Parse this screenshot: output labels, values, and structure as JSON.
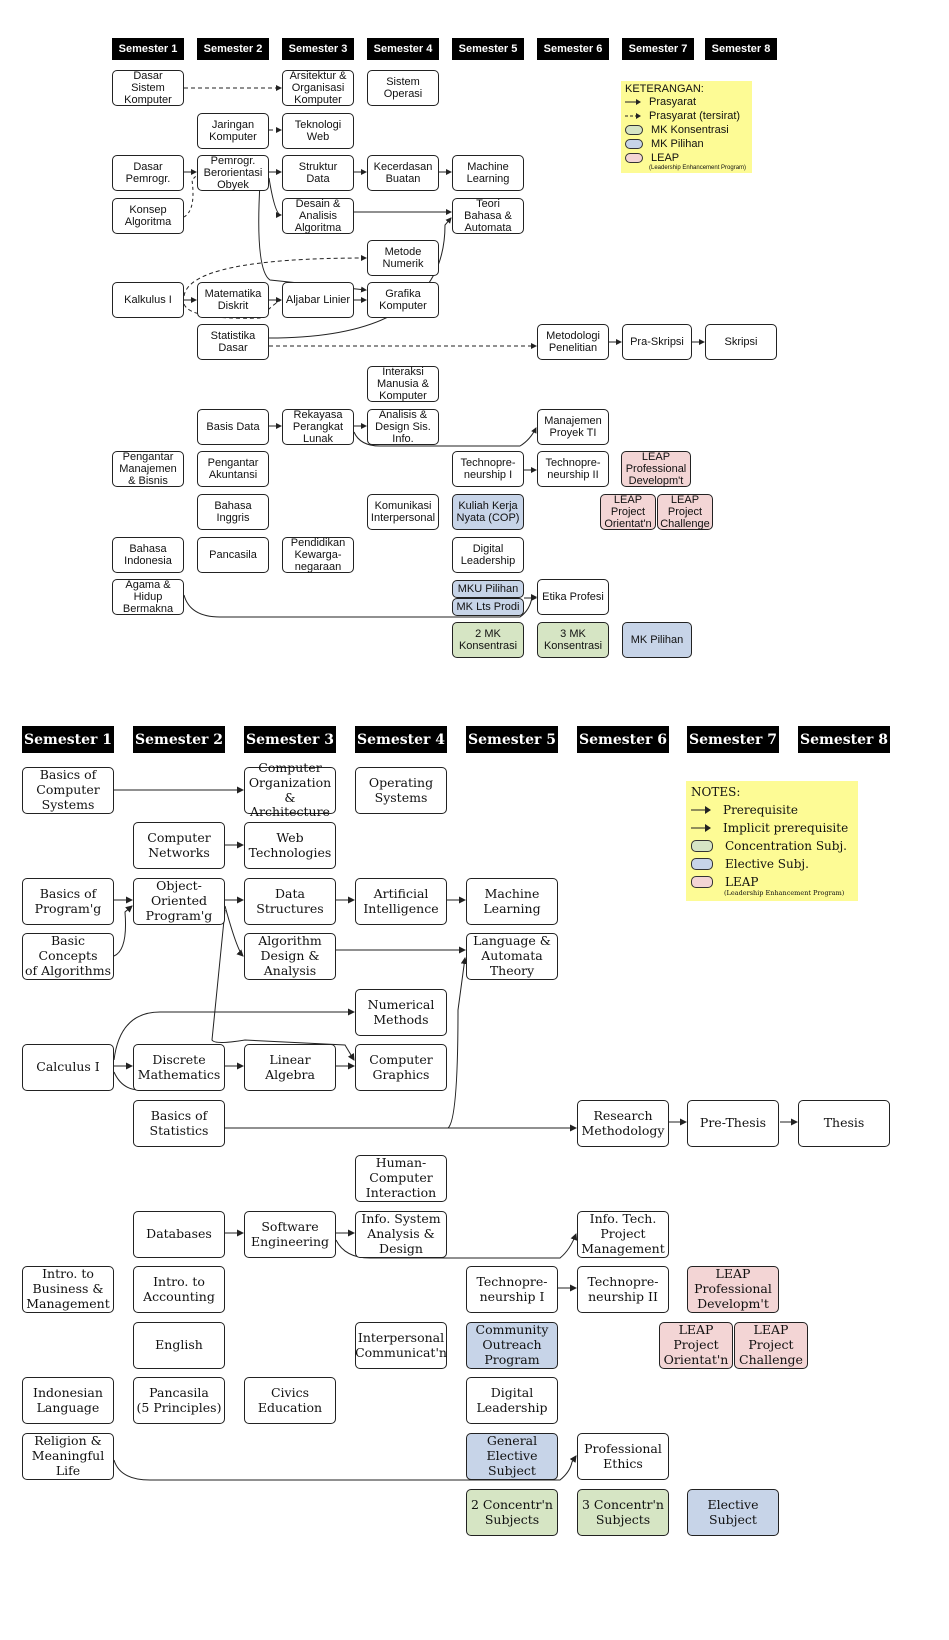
{
  "id_version": {
    "semesters": [
      "Semester 1",
      "Semester 2",
      "Semester 3",
      "Semester 4",
      "Semester 5",
      "Semester 6",
      "Semester 7",
      "Semester 8"
    ],
    "courses": {
      "dasar_sistem": "Dasar\nSistem\nKomputer",
      "arsitektur": "Arsitektur &\nOrganisasi\nKomputer",
      "sistem_operasi": "Sistem\nOperasi",
      "jaringan": "Jaringan\nKomputer",
      "teknologi_web": "Teknologi\nWeb",
      "dasar_pemrogr": "Dasar\nPemrogr.",
      "pemrogr_oo": "Pemrogr.\nBerorientasi\nObyek",
      "struktur_data": "Struktur\nData",
      "kecerdasan": "Kecerdasan\nBuatan",
      "machine_learning": "Machine\nLearning",
      "konsep_algoritma": "Konsep\nAlgoritma",
      "desain_analisis": "Desain &\nAnalisis\nAlgoritma",
      "teori_bahasa": "Teori\nBahasa &\nAutomata",
      "metode_numerik": "Metode\nNumerik",
      "kalkulus": "Kalkulus I",
      "matematika_diskrit": "Matematika\nDiskrit",
      "aljabar_linier": "Aljabar Linier",
      "grafika": "Grafika\nKomputer",
      "statistika": "Statistika\nDasar",
      "metodologi": "Metodologi\nPenelitian",
      "pra_skripsi": "Pra-Skripsi",
      "skripsi": "Skripsi",
      "imk": "Interaksi\nManusia &\nKomputer",
      "basis_data": "Basis Data",
      "rpl": "Rekayasa\nPerangkat\nLunak",
      "adsi": "Analisis &\nDesign Sis.\nInfo.",
      "manajemen_proyek": "Manajemen\nProyek TI",
      "pengantar_manajemen": "Pengantar\nManajemen\n& Bisnis",
      "pengantar_akuntansi": "Pengantar\nAkuntansi",
      "techno1": "Technopre-\nneurship I",
      "techno2": "Technopre-\nneurship II",
      "leap_pd": "LEAP\nProfessional\nDevelopm't",
      "bahasa_inggris": "Bahasa\nInggris",
      "komunikasi": "Komunikasi\nInterpersonal",
      "kkn": "Kuliah Kerja\nNyata (COP)",
      "leap_po": "LEAP\nProject\nOrientat'n",
      "leap_pc": "LEAP\nProject\nChallenge",
      "bahasa_indonesia": "Bahasa\nIndonesia",
      "pancasila": "Pancasila",
      "kewarganegaraan": "Pendidikan\nKewarga-\nnegaraan",
      "digital_leadership": "Digital\nLeadership",
      "agama": "Agama &\nHidup\nBermakna",
      "mku_pilihan": "MKU Pilihan",
      "mk_lts_prodi": "MK Lts Prodi",
      "etika_profesi": "Etika Profesi",
      "mk_konsentrasi_2": "2 MK\nKonsentrasi",
      "mk_konsentrasi_3": "3 MK\nKonsentrasi",
      "mk_pilihan": "MK Pilihan"
    },
    "legend": {
      "title": "KETERANGAN:",
      "items": [
        "Prasyarat",
        "Prasyarat (tersirat)",
        "MK Konsentrasi",
        "MK Pilihan",
        "LEAP"
      ],
      "leap_note": "(Leadership Enhancement Program)"
    }
  },
  "en_version": {
    "semesters": [
      "Semester 1",
      "Semester 2",
      "Semester 3",
      "Semester 4",
      "Semester 5",
      "Semester 6",
      "Semester 7",
      "Semester 8"
    ],
    "courses": {
      "basics_systems": "Basics of\nComputer\nSystems",
      "comp_org": "Computer\nOrganization &\nArchitecture",
      "operating_systems": "Operating\nSystems",
      "computer_networks": "Computer\nNetworks",
      "web_tech": "Web\nTechnologies",
      "basics_programming": "Basics of\nProgram'g",
      "oop": "Object-\nOriented\nProgram'g",
      "data_structures": "Data Structures",
      "ai": "Artificial\nIntelligence",
      "machine_learning": "Machine\nLearning",
      "basic_algorithms": "Basic Concepts\nof Algorithms",
      "algorithm_design": "Algorithm\nDesign &\nAnalysis",
      "language_automata": "Language &\nAutomata\nTheory",
      "numerical_methods": "Numerical\nMethods",
      "calculus": "Calculus I",
      "discrete_math": "Discrete\nMathematics",
      "linear_algebra": "Linear Algebra",
      "computer_graphics": "Computer\nGraphics",
      "basics_statistics": "Basics of\nStatistics",
      "research_methodology": "Research\nMethodology",
      "pre_thesis": "Pre-Thesis",
      "thesis": "Thesis",
      "hci": "Human-\nComputer\nInteraction",
      "databases": "Databases",
      "software_engineering": "Software\nEngineering",
      "isad": "Info. System\nAnalysis &\nDesign",
      "it_project_mgmt": "Info. Tech.\nProject\nManagement",
      "intro_business": "Intro. to\nBusiness &\nManagement",
      "intro_accounting": "Intro. to\nAccounting",
      "techno1": "Technopre-\nneurship I",
      "techno2": "Technopre-\nneurship II",
      "leap_pd": "LEAP\nProfessional\nDevelopm't",
      "english": "English",
      "interpersonal": "Interpersonal\nCommunicat'n",
      "community_outreach": "Community\nOutreach\nProgram",
      "leap_po": "LEAP\nProject\nOrientat'n",
      "leap_pc": "LEAP\nProject\nChallenge",
      "indonesian": "Indonesian\nLanguage",
      "pancasila": "Pancasila\n(5 Principles)",
      "civics": "Civics\nEducation",
      "digital_leadership": "Digital\nLeadership",
      "religion": "Religion &\nMeaningful Life",
      "general_elective": "General Elective\nSubject",
      "professional_ethics": "Professional\nEthics",
      "concentration_2": "2 Concentr'n\nSubjects",
      "concentration_3": "3 Concentr'n\nSubjects",
      "elective_subject": "Elective Subject"
    },
    "legend": {
      "title": "NOTES:",
      "items": [
        "Prerequisite",
        "Implicit prerequisite",
        "Concentration Subj.",
        "Elective Subj.",
        "LEAP"
      ],
      "leap_note": "(Leadership Enhancement Program)"
    }
  },
  "colors": {
    "elective": "#c7d4e8",
    "concentration": "#d6e5c4",
    "leap": "#f3d5d5",
    "legend_bg": "#fdfb95",
    "header_bg": "#000000"
  }
}
